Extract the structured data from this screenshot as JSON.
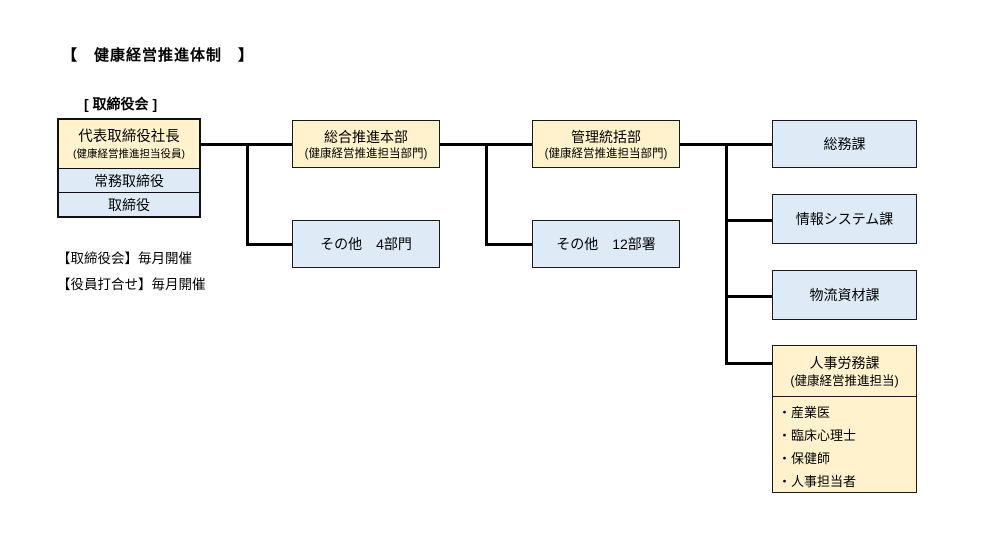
{
  "page": {
    "title": "【　健康経営推進体制　】",
    "board_label": "[ 取締役会 ]",
    "notes": [
      "【取締役会】毎月開催",
      "【役員打合せ】毎月開催"
    ]
  },
  "colors": {
    "box_cream": "#FFF2CC",
    "box_blue": "#DEEBF7",
    "box_border": "#1A1A1A",
    "connector": "#000000",
    "background": "#FFFFFF"
  },
  "board_stack": {
    "president": "代表取締役社長",
    "president_sub": "(健康経営推進担当役員)",
    "rows": [
      "常務取締役",
      "取締役"
    ]
  },
  "promotion_hq": {
    "name": "総合推進本部",
    "sub": "(健康経営推進担当部門)",
    "other": "その他　4部門"
  },
  "management_dept": {
    "name": "管理統括部",
    "sub": "(健康経営推進担当部門)",
    "other": "その他　12部署"
  },
  "sections": {
    "general_affairs": "総務課",
    "information_systems": "情報システム課",
    "logistics_materials": "物流資材課",
    "hr_labor": {
      "name": "人事労務課",
      "sub": "(健康経営推進担当)",
      "members": [
        "・産業医",
        "・臨床心理士",
        "・保健師",
        "・人事担当者"
      ]
    }
  }
}
